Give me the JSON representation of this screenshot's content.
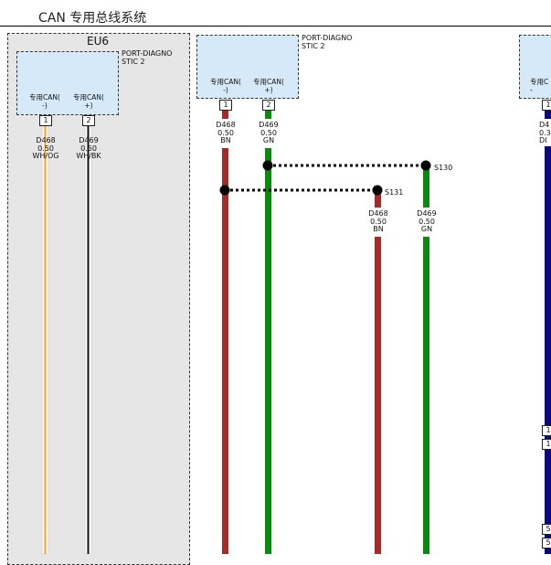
{
  "title": "CAN 专用总线系统",
  "module": {
    "name": "EU6"
  },
  "connectors": {
    "left": {
      "name": "PORT-DIAGNO\nSTIC 2",
      "pin1_label": "专用CAN(\n-)",
      "pin2_label": "专用CAN(\n+)",
      "pin1": "1",
      "pin2": "2"
    },
    "mid": {
      "name": "PORT-DIAGNO\nSTIC 2",
      "pin1_label": "专用CAN(\n-)",
      "pin2_label": "专用CAN(\n+)",
      "pin1": "1",
      "pin2": "2"
    },
    "right": {
      "pin1_label": "专用C\n-",
      "pin1": "1"
    }
  },
  "wires": {
    "left_d468": {
      "id": "D468",
      "gauge": "0.50",
      "color": "WH/OG"
    },
    "left_d469": {
      "id": "D469",
      "gauge": "0.50",
      "color": "WH/BK"
    },
    "mid_d468": {
      "id": "D468",
      "gauge": "0.50",
      "color": "BN"
    },
    "mid_d469": {
      "id": "D469",
      "gauge": "0.50",
      "color": "GN"
    },
    "s131_d468": {
      "id": "D468",
      "gauge": "0.50",
      "color": "BN"
    },
    "s130_d469": {
      "id": "D469",
      "gauge": "0.50",
      "color": "GN"
    },
    "right_wire": {
      "id": "D4",
      "gauge": "0.3",
      "color": "DI"
    }
  },
  "splices": {
    "s130": "S130",
    "s131": "S131"
  },
  "right_pins": {
    "a": "1",
    "b": "1",
    "c": "5",
    "d": "5"
  },
  "colors": {
    "brown": "#a52a2a",
    "green": "#0a8a0a",
    "navy": "#0a0a80",
    "orange": "#f0a020",
    "ecu_fill": "#d6e9f8",
    "module_fill": "#e6e6e6"
  }
}
